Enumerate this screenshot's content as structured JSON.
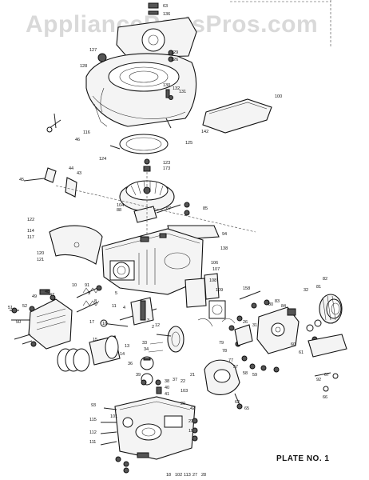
{
  "watermark": "AppliancePartsPros.com",
  "plate_label": "PLATE NO. 1",
  "part_callouts": [
    "63",
    "136",
    "127",
    "128",
    "129",
    "126",
    "130",
    "132",
    "131",
    "100",
    "46",
    "116",
    "142",
    "125",
    "124",
    "45",
    "44",
    "43",
    "123",
    "173",
    "104",
    "88",
    "87",
    "85",
    "94",
    "138",
    "122",
    "114",
    "117",
    "120",
    "121",
    "106",
    "107",
    "108",
    "109",
    "158",
    "48",
    "47",
    "49",
    "52",
    "51",
    "50",
    "10",
    "91",
    "9",
    "5",
    "8",
    "11",
    "4",
    "3",
    "2",
    "16",
    "17",
    "14",
    "15",
    "13",
    "12",
    "33",
    "34",
    "36",
    "39",
    "38",
    "40",
    "41",
    "42",
    "23",
    "26",
    "31",
    "32",
    "81",
    "82",
    "84",
    "83",
    "80",
    "79",
    "78",
    "77",
    "57",
    "58",
    "59",
    "60",
    "61",
    "62",
    "65",
    "66",
    "67",
    "92",
    "93",
    "115",
    "112",
    "111",
    "101",
    "103",
    "37",
    "22",
    "21",
    "20",
    "19",
    "18",
    "102",
    "113",
    "27",
    "28"
  ]
}
